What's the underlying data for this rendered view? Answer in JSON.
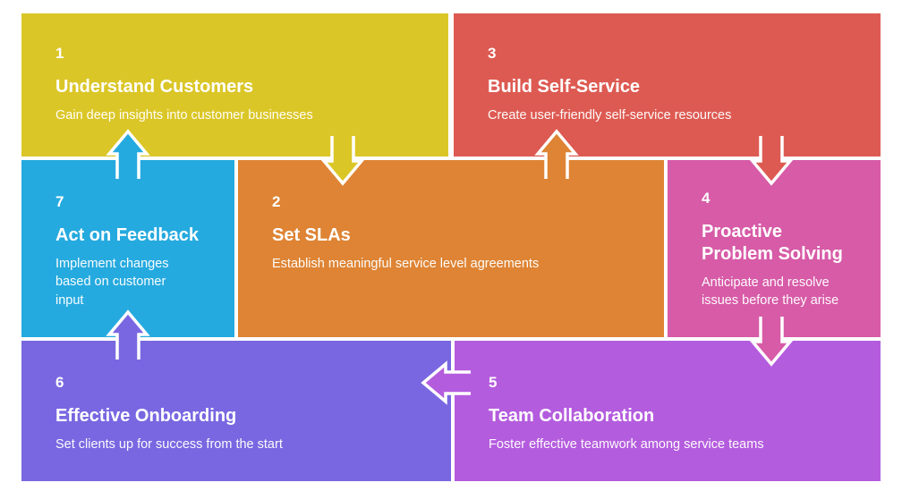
{
  "diagram": {
    "background_color": "#ffffff",
    "text_color": "#ffffff",
    "blocks": [
      {
        "number": "1",
        "title": "Understand Customers",
        "description": "Gain deep insights into customer businesses",
        "color": "#dbc627"
      },
      {
        "number": "2",
        "title": "Set SLAs",
        "description": "Establish meaningful service level agreements",
        "color": "#de8434"
      },
      {
        "number": "3",
        "title": "Build Self-Service",
        "description": "Create user-friendly self-service resources",
        "color": "#dd5a52"
      },
      {
        "number": "4",
        "title": "Proactive Problem Solving",
        "description": "Anticipate and resolve issues before they arise",
        "color": "#d75ba7"
      },
      {
        "number": "5",
        "title": "Team Collaboration",
        "description": "Foster effective teamwork among service teams",
        "color": "#b45cde"
      },
      {
        "number": "6",
        "title": "Effective Onboarding",
        "description": "Set clients up for success from the start",
        "color": "#7967e1"
      },
      {
        "number": "7",
        "title": "Act on Feedback",
        "description": "Implement changes based on customer input",
        "color": "#25aadf"
      }
    ],
    "arrows": [
      {
        "name": "7-to-1",
        "direction": "up",
        "fill": "#25aadf"
      },
      {
        "name": "1-to-2",
        "direction": "down",
        "fill": "#dbc627"
      },
      {
        "name": "2-to-3",
        "direction": "up",
        "fill": "#de8434"
      },
      {
        "name": "3-to-4",
        "direction": "down",
        "fill": "#dd5a52"
      },
      {
        "name": "4-to-5",
        "direction": "down",
        "fill": "#d75ba7"
      },
      {
        "name": "5-to-6",
        "direction": "left",
        "fill": "#b45cde"
      },
      {
        "name": "6-to-7",
        "direction": "up",
        "fill": "#7967e1"
      }
    ]
  }
}
